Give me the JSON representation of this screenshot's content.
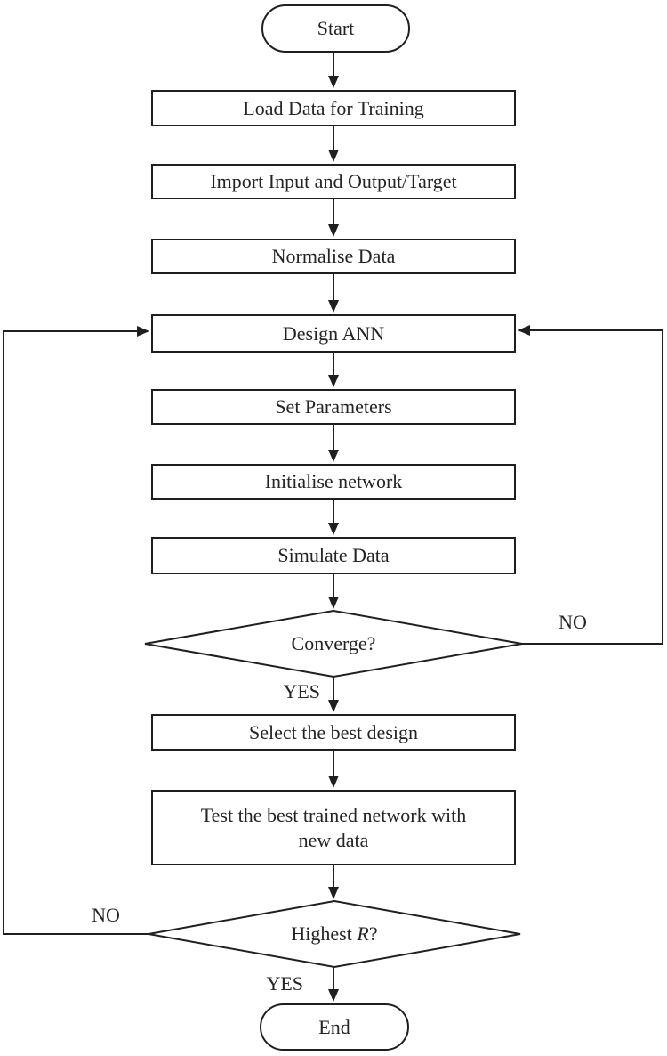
{
  "diagram": {
    "background": "#ffffff",
    "stroke_color": "#1f1f1f",
    "text_color": "#242424",
    "nodes": {
      "start": {
        "type": "terminator",
        "label": "Start"
      },
      "load_data": {
        "type": "process",
        "label": "Load Data for Training"
      },
      "import_io": {
        "type": "process",
        "label": "Import Input and Output/Target"
      },
      "normalise": {
        "type": "process",
        "label": "Normalise Data"
      },
      "design_ann": {
        "type": "process",
        "label": "Design ANN"
      },
      "set_params": {
        "type": "process",
        "label": "Set Parameters"
      },
      "init_network": {
        "type": "process",
        "label": "Initialise network"
      },
      "simulate": {
        "type": "process",
        "label": "Simulate Data"
      },
      "converge": {
        "type": "decision",
        "label": "Converge?"
      },
      "select_best": {
        "type": "process",
        "label": "Select the best design"
      },
      "test_network": {
        "type": "process",
        "label_line1": "Test the best trained network with",
        "label_line2": "new data"
      },
      "highest_r": {
        "type": "decision",
        "label_prefix": "Highest ",
        "label_symbol": "R",
        "label_suffix": "?"
      },
      "end": {
        "type": "terminator",
        "label": "End"
      }
    },
    "edge_labels": {
      "converge_no": "NO",
      "converge_yes": "YES",
      "highest_r_no": "NO",
      "highest_r_yes": "YES"
    }
  }
}
